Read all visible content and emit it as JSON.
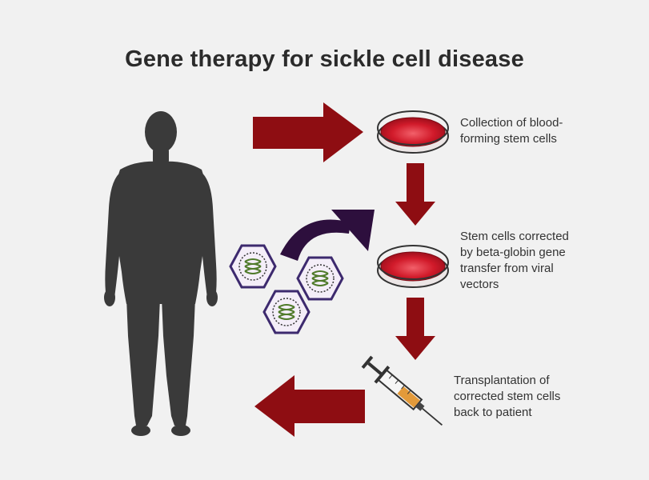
{
  "title": "Gene therapy for sickle cell disease",
  "steps": [
    {
      "lines": [
        "Collection of blood-",
        "forming stem cells"
      ]
    },
    {
      "lines": [
        "Stem cells corrected",
        "by beta-globin gene",
        "transfer from viral",
        "vectors"
      ]
    },
    {
      "lines": [
        "Transplantation of",
        "corrected stem cells",
        "back to patient"
      ]
    }
  ],
  "colors": {
    "background": "#f1f1f1",
    "arrow": "#8e0d12",
    "curved_arrow": "#2d0f3d",
    "human": "#3a3a3a",
    "dish_fill": "#d11a2a",
    "virus_outline": "#3d2a6e",
    "virus_fill": "#f4eef8",
    "virus_dna": "#4f7a2a",
    "syringe_liquid": "#e39a3a"
  }
}
